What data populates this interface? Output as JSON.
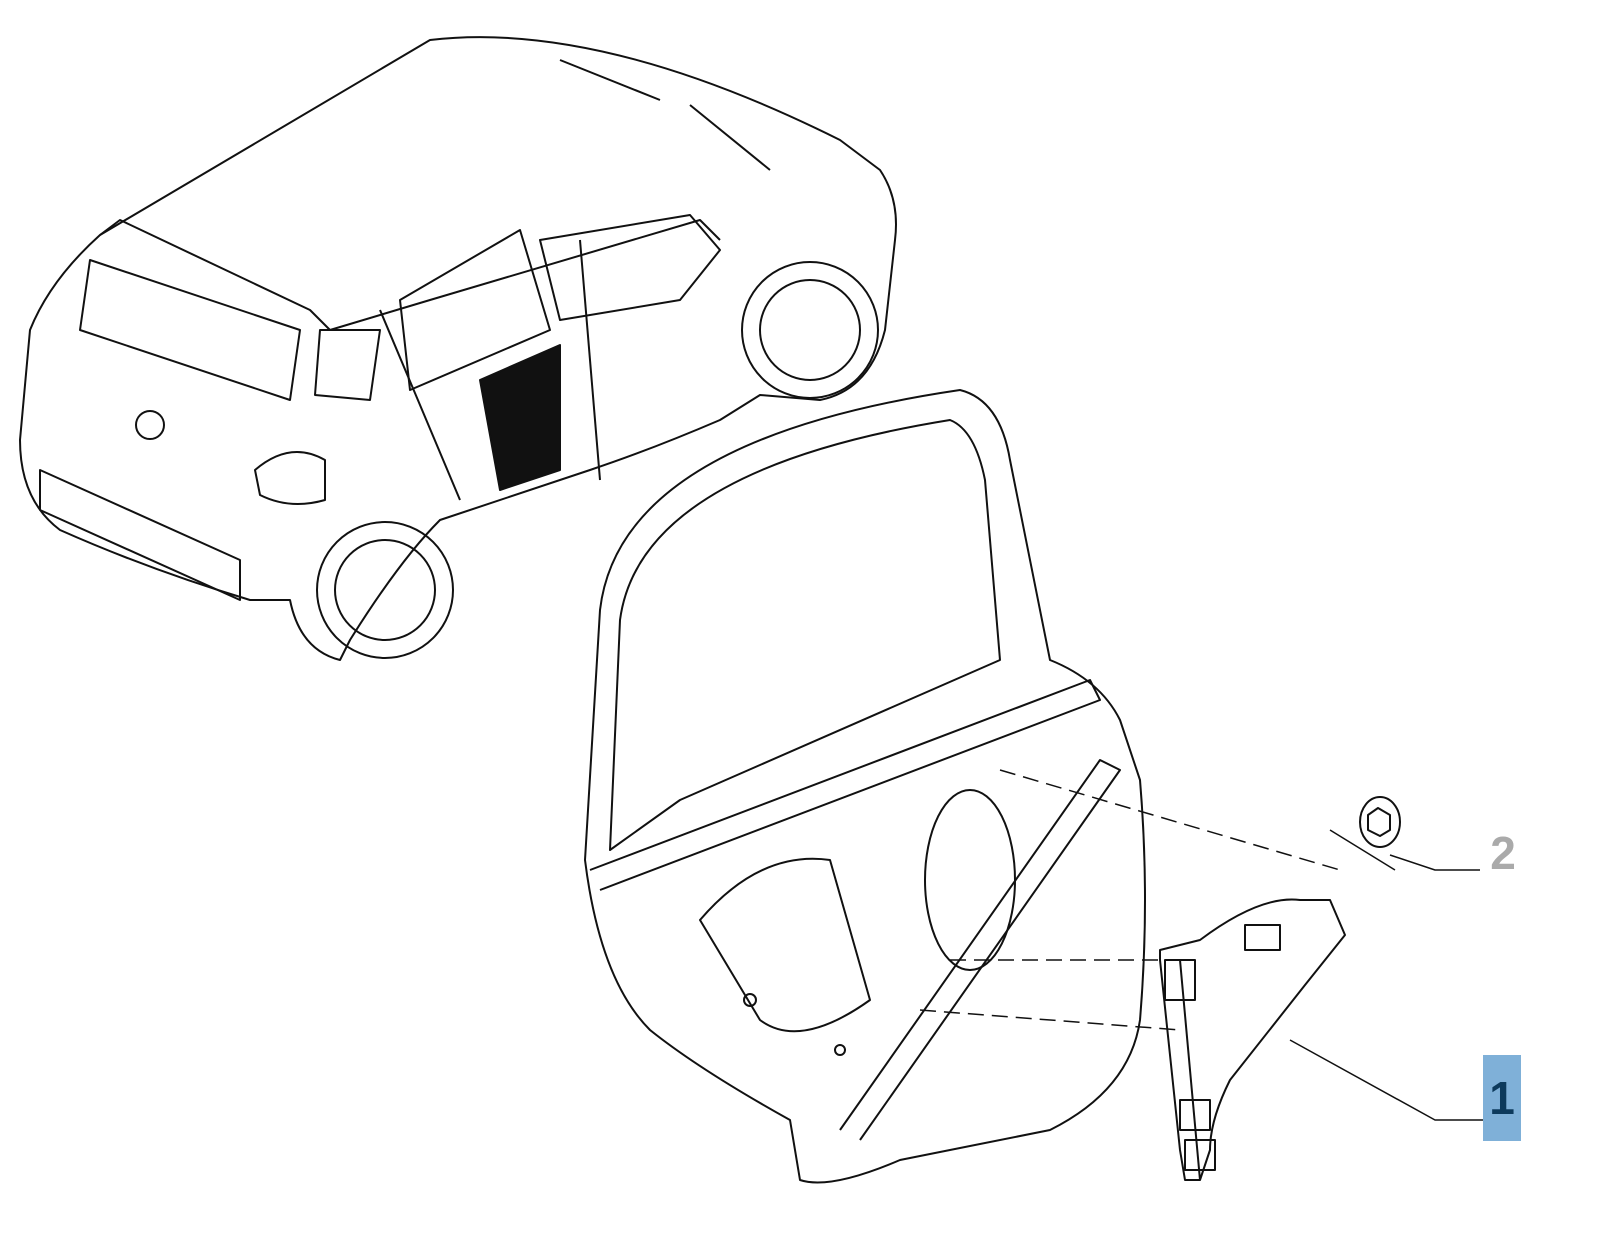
{
  "callouts": [
    {
      "number": "1",
      "part": "window-regulator",
      "highlighted": true
    },
    {
      "number": "2",
      "part": "nut",
      "highlighted": false
    }
  ],
  "colors": {
    "highlight_bg": "#7fb0d8",
    "highlight_text": "#0d3a5c",
    "inactive_text": "#aaaaaa",
    "line": "#111111"
  }
}
